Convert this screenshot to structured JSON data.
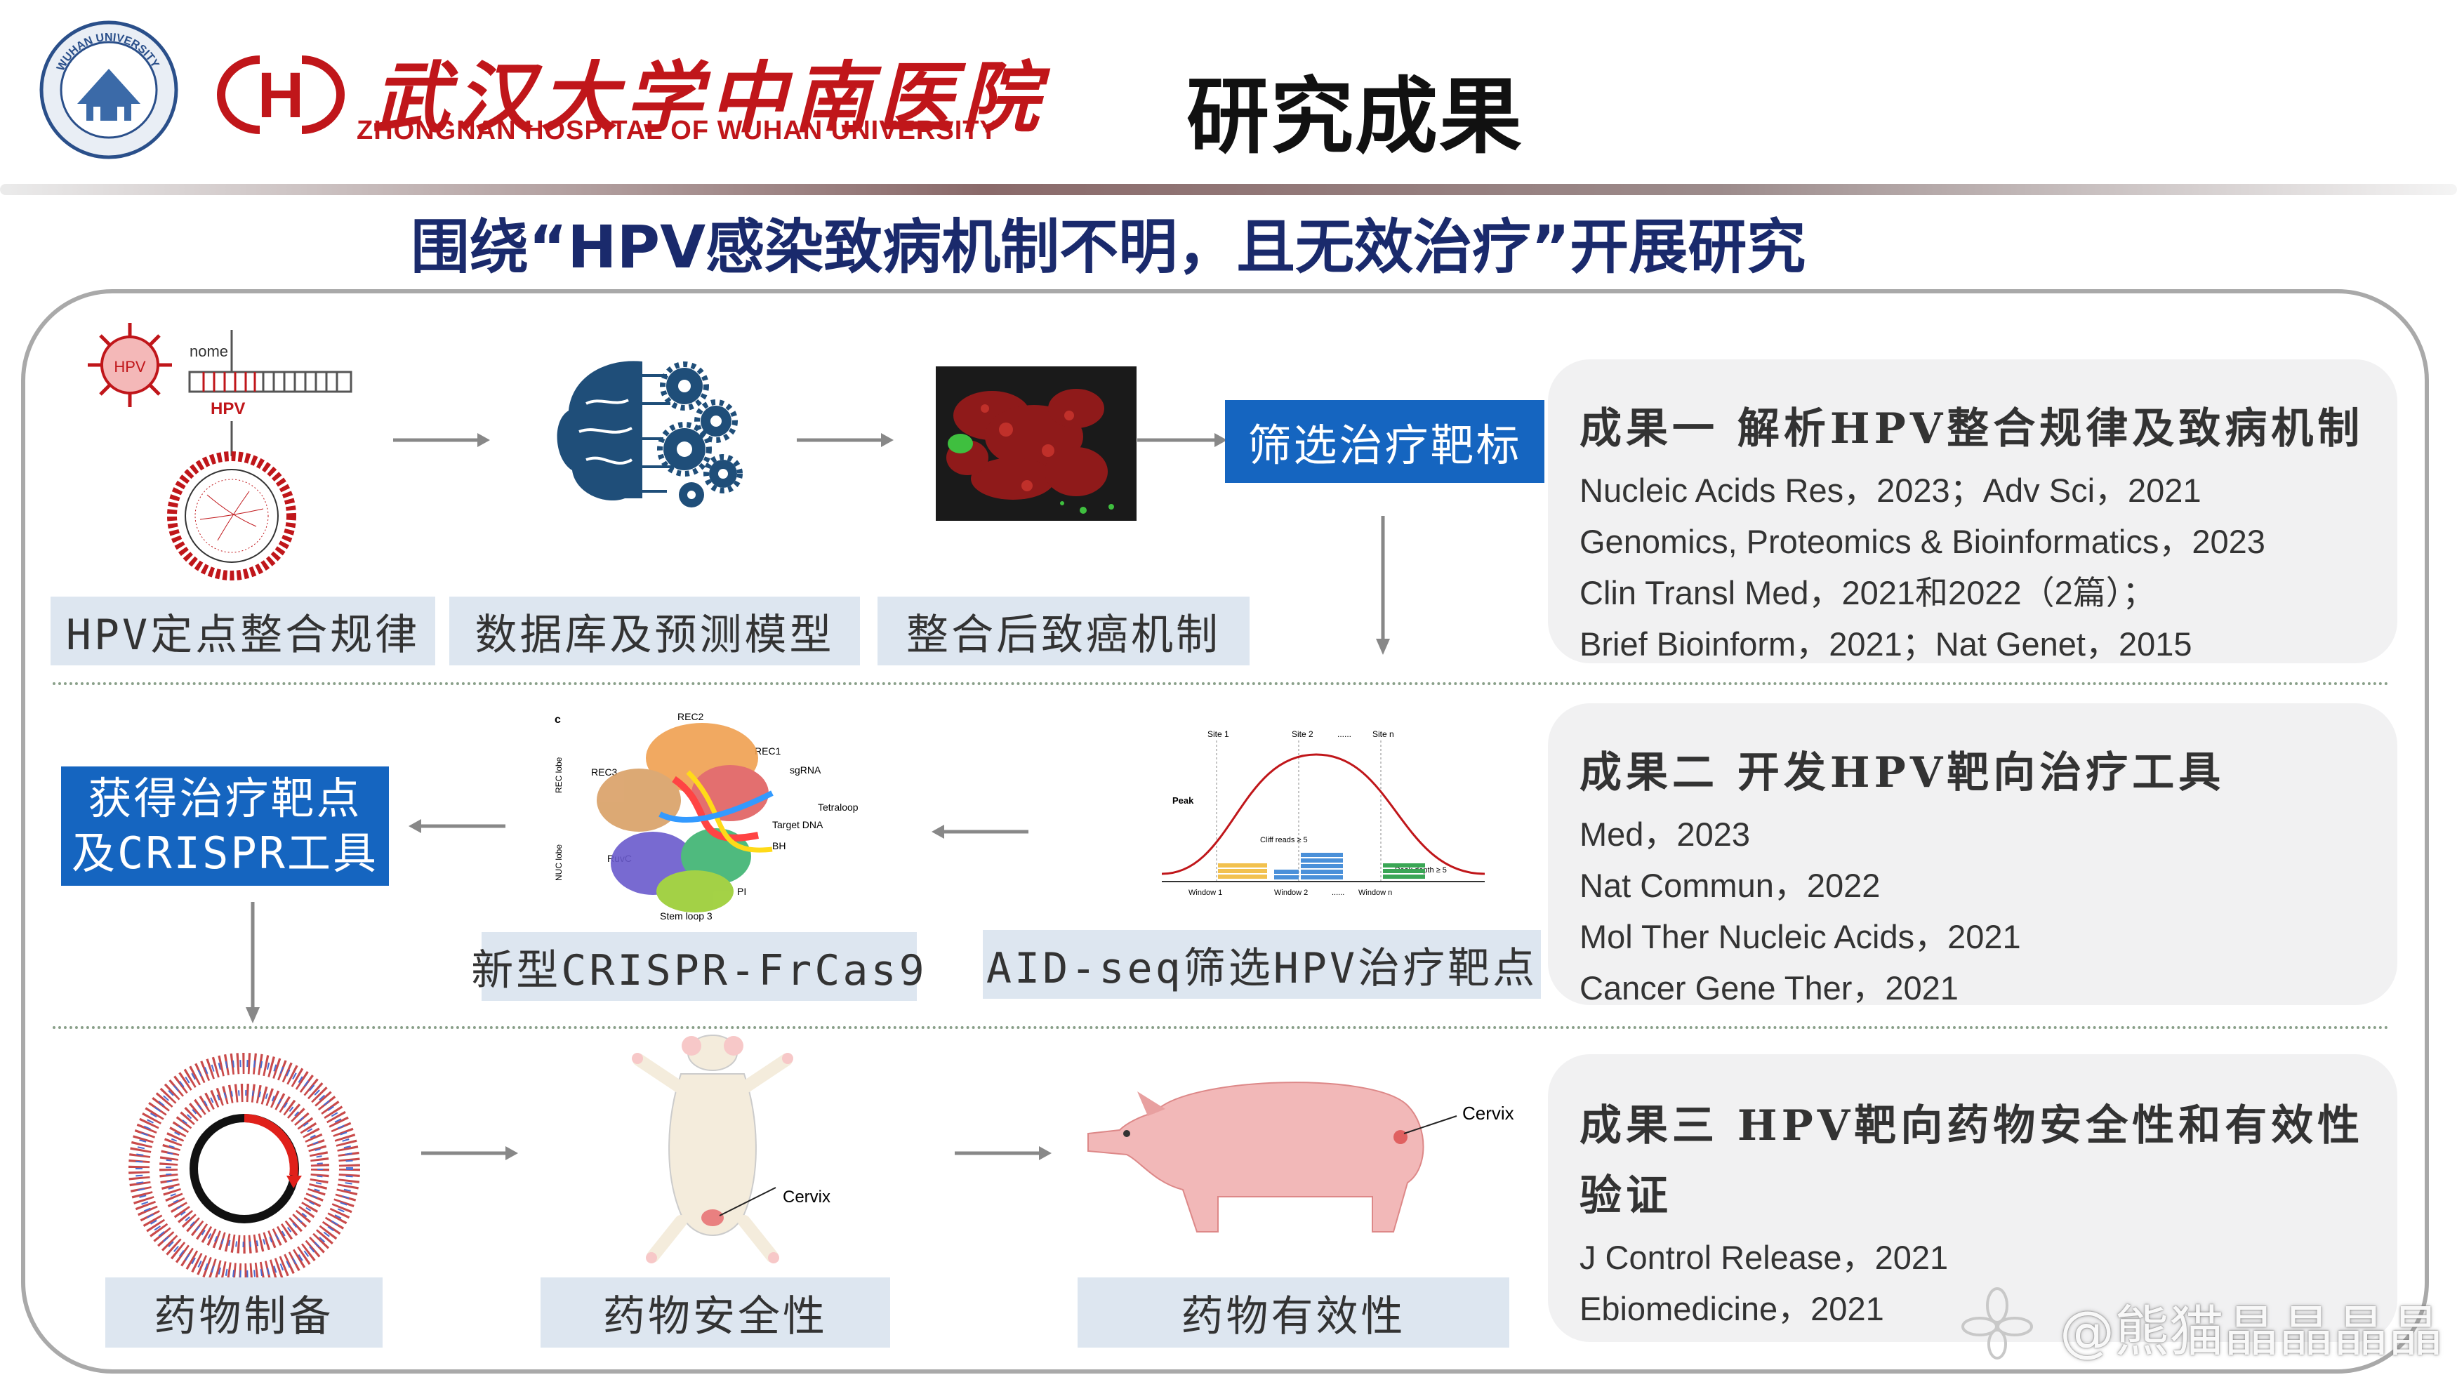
{
  "header": {
    "seal_text": "WUHAN UNIVERSITY",
    "hospital_logo_letter": "H",
    "hospital_name_cn": "武汉大学中南医院",
    "hospital_name_en": "ZHONGNAN HOSPITAL OF WUHAN UNIVERSITY",
    "page_title": "研究成果"
  },
  "subtitle": "围绕“HPV感染致病机制不明，且无效治疗”开展研究",
  "row1": {
    "hpv_label": "HPV",
    "genome_text": "nome",
    "hpv_red_label": "HPV",
    "labels": [
      "HPV定点整合规律",
      "数据库及预测模型",
      "整合后致癌机制"
    ],
    "target_button": "筛选治疗靶标"
  },
  "row2": {
    "blue_box_line1": "获得治疗靶点",
    "blue_box_line2": "及CRISPR工具",
    "labels": [
      "新型CRISPR-FrCas9",
      "AID-seq筛选HPV治疗靶点"
    ],
    "protein_labels": [
      "c",
      "REC2",
      "REC1",
      "REC3",
      "sgRNA",
      "Tetraloop",
      "Target DNA",
      "BH",
      "RuvC",
      "PI",
      "Stem loop 3",
      "REC lobe",
      "NUC lobe"
    ],
    "peak_chart": {
      "sites": [
        "Site 1",
        "Site 2",
        "......",
        "Site n"
      ],
      "peak_label": "Peak",
      "cliff_label": "Cliff reads ≥ 5",
      "depth_label": "Peak depth ≥ 5",
      "windows": [
        "Window 1",
        "Window 2",
        "......",
        "Window n"
      ]
    }
  },
  "row3": {
    "labels": [
      "药物制备",
      "药物安全性",
      "药物有效性"
    ],
    "cervix_label_mouse": "Cervix",
    "cervix_label_pig": "Cervix"
  },
  "results": [
    {
      "heading": "成果一 解析HPV整合规律及致病机制",
      "lines": [
        "Nucleic Acids Res，2023；Adv Sci，2021",
        "Genomics, Proteomics & Bioinformatics，2023",
        "Clin Transl Med，2021和2022（2篇）；",
        "Brief Bioinform，2021；Nat Genet，2015"
      ]
    },
    {
      "heading": "成果二 开发HPV靶向治疗工具",
      "lines": [
        "Med，2023",
        "Nat Commun，2022",
        "Mol Ther Nucleic Acids，2021",
        "Cancer Gene Ther，2021"
      ]
    },
    {
      "heading_line1": "成果三 HPV靶向药物安全性和有效性",
      "heading_line2": "验证",
      "lines": [
        "J Control Release，2021",
        "Ebiomedicine，2021"
      ]
    }
  ],
  "watermark": "@熊猫晶晶晶晶",
  "colors": {
    "hospital_red": "#c0161a",
    "subtitle_navy": "#1a2a6c",
    "accent_blue": "#1565c0",
    "label_bg": "#dde6f0",
    "panel_bg": "#f1f1f2"
  }
}
